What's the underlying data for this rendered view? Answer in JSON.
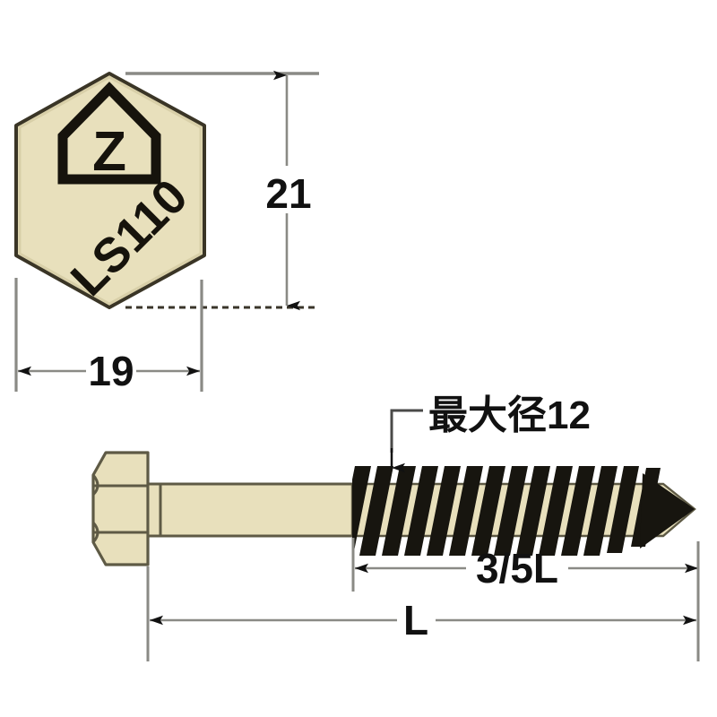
{
  "drawing": {
    "title": "Lag screw (coach screw) dimensional drawing",
    "background_color": "#ffffff",
    "metal_fill_color": "#e8e0bc",
    "metal_edge_color": "#5e5a45",
    "thread_color": "#17150f",
    "dimension_line_color": "#8a8a85",
    "text_color": "#111111"
  },
  "head_view": {
    "name": "hex-head-top-view",
    "shape": "hexagon",
    "stamp_logo": {
      "symbol": "house-outline",
      "letter": "Z"
    },
    "product_code": "LS110",
    "product_code_rotation_deg": -45
  },
  "dimensions": {
    "across_corners": {
      "label": "21",
      "orientation": "vertical",
      "description": "hex head height across corners"
    },
    "across_flats": {
      "label": "19",
      "orientation": "horizontal",
      "description": "hex head width across flats"
    },
    "max_diameter": {
      "label": "最大径12",
      "orientation": "leader",
      "description": "maximum thread diameter callout"
    },
    "thread_length": {
      "label": "3/5L",
      "orientation": "horizontal",
      "description": "threaded portion length"
    },
    "overall_length": {
      "label": "L",
      "orientation": "horizontal",
      "description": "total screw length"
    }
  },
  "side_view": {
    "name": "screw-side-view",
    "parts": [
      {
        "label": "hex-head"
      },
      {
        "label": "smooth-shank"
      },
      {
        "label": "threaded-section"
      },
      {
        "label": "gimlet-point"
      }
    ],
    "thread_count": 14
  }
}
